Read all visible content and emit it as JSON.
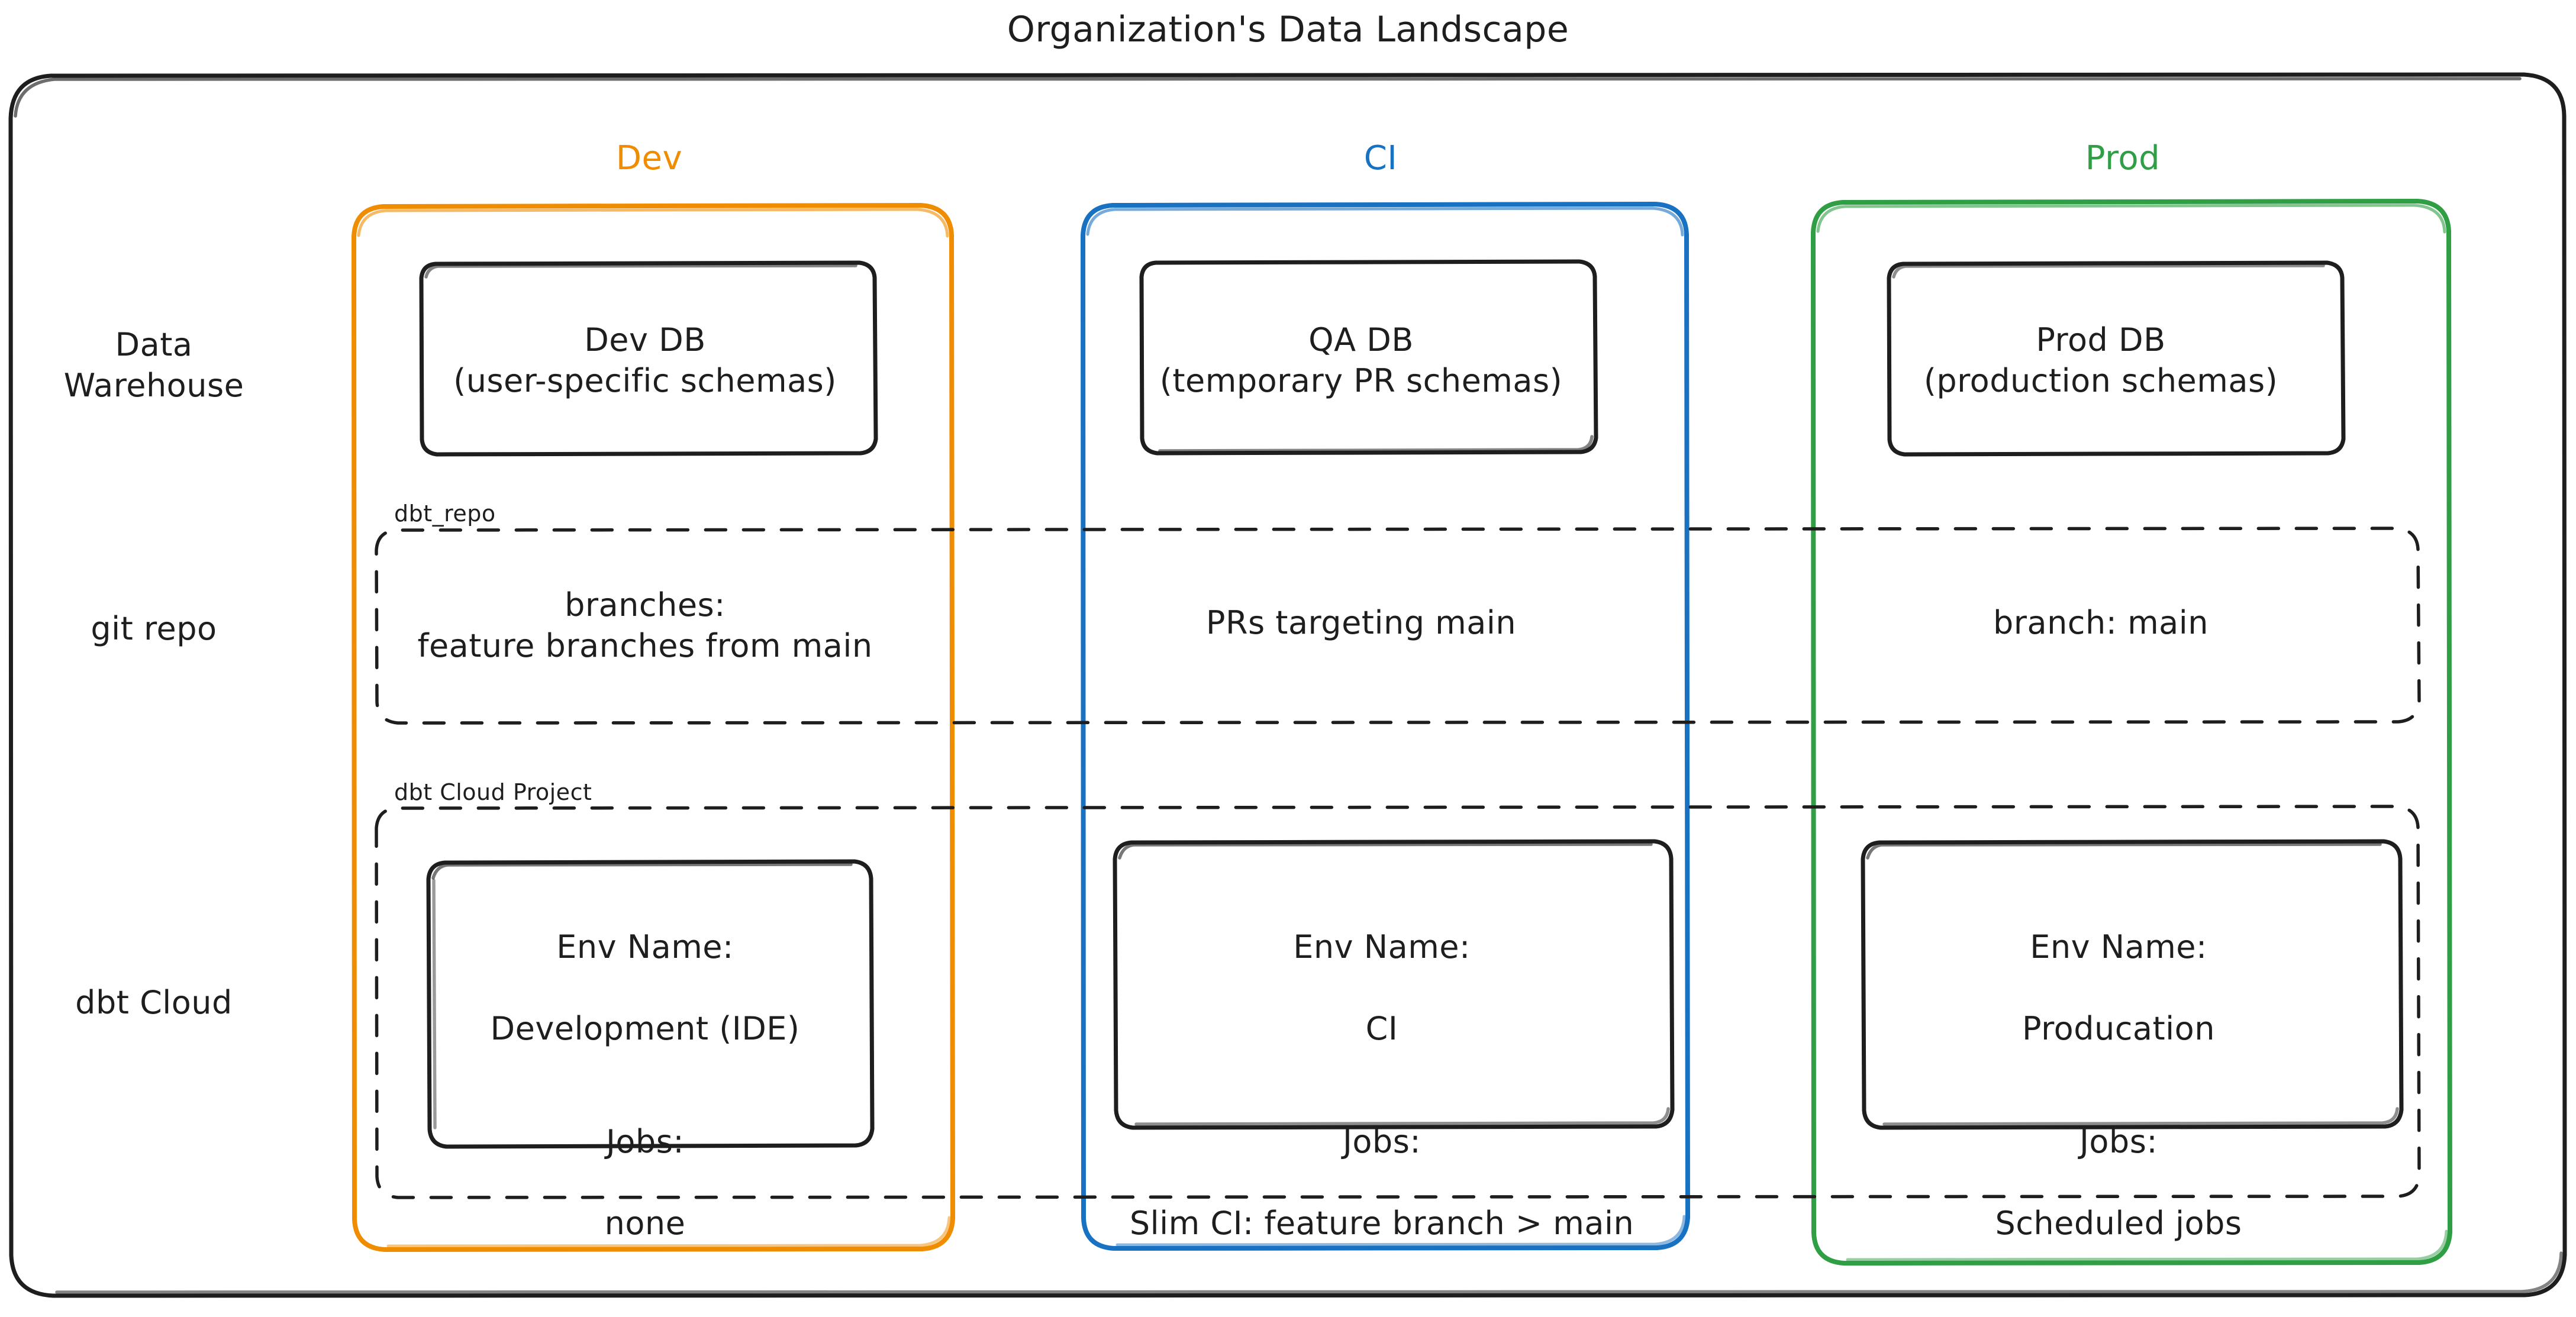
{
  "title": "Organization's Data Landscape",
  "colors": {
    "dev": "#f08c00",
    "ci": "#1971c2",
    "prod": "#2f9e44",
    "ink": "#1e1e1e",
    "background": "#ffffff"
  },
  "columns": [
    {
      "key": "dev",
      "label": "Dev",
      "color": "#f08c00"
    },
    {
      "key": "ci",
      "label": "CI",
      "color": "#1971c2"
    },
    {
      "key": "prod",
      "label": "Prod",
      "color": "#2f9e44"
    }
  ],
  "rows": [
    {
      "key": "warehouse",
      "label": "Data\nWarehouse"
    },
    {
      "key": "git",
      "label": "git repo"
    },
    {
      "key": "dbt",
      "label": "dbt Cloud"
    }
  ],
  "groups": {
    "git_repo_caption": "dbt_repo",
    "dbt_cloud_caption": "dbt Cloud Project"
  },
  "nodes": {
    "warehouse": {
      "dev": "Dev DB\n(user-specific schemas)",
      "ci": "QA DB\n(temporary PR schemas)",
      "prod": "Prod DB\n(production schemas)"
    },
    "git": {
      "dev": "branches:\nfeature branches from main",
      "ci": "PRs targeting main",
      "prod": "branch: main"
    },
    "dbt_cloud": {
      "dev": {
        "env_name_label": "Env Name:",
        "env_name_value": "Development (IDE)",
        "jobs_label": "Jobs:",
        "jobs_value": "none"
      },
      "ci": {
        "env_name_label": "Env Name:",
        "env_name_value": "CI",
        "jobs_label": "Jobs:",
        "jobs_value": "Slim CI: feature branch > main"
      },
      "prod": {
        "env_name_label": "Env Name:",
        "env_name_value": "Producation",
        "jobs_label": "Jobs:",
        "jobs_value": "Scheduled jobs"
      }
    }
  }
}
